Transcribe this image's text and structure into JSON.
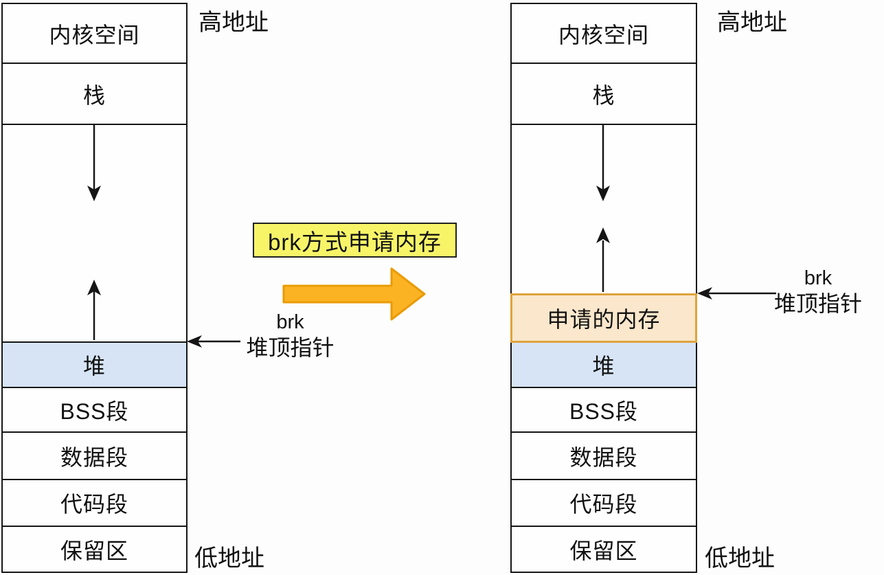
{
  "action_badge": {
    "label": "brk方式申请内存",
    "background": "#f7f468"
  },
  "left_diagram": {
    "high_address_label": "高地址",
    "low_address_label": "低地址",
    "segments": [
      "内核空间",
      "栈",
      "堆",
      "BSS段",
      "数据段",
      "代码段",
      "保留区"
    ],
    "pointer": {
      "name": "brk",
      "desc": "堆顶指针"
    }
  },
  "right_diagram": {
    "high_address_label": "高地址",
    "low_address_label": "低地址",
    "segments": [
      "内核空间",
      "栈",
      "申请的内存",
      "堆",
      "BSS段",
      "数据段",
      "代码段",
      "保留区"
    ],
    "pointer": {
      "name": "brk",
      "desc": "堆顶指针"
    }
  },
  "colors": {
    "heap_fill": "#d6e4f6",
    "requested_fill": "#fae7cc",
    "requested_border": "#dfa33c",
    "badge_fill": "#f7f468",
    "transition_arrow_fill": "#fbb324",
    "transition_arrow_border": "#e89b05",
    "line_color": "#151515"
  }
}
